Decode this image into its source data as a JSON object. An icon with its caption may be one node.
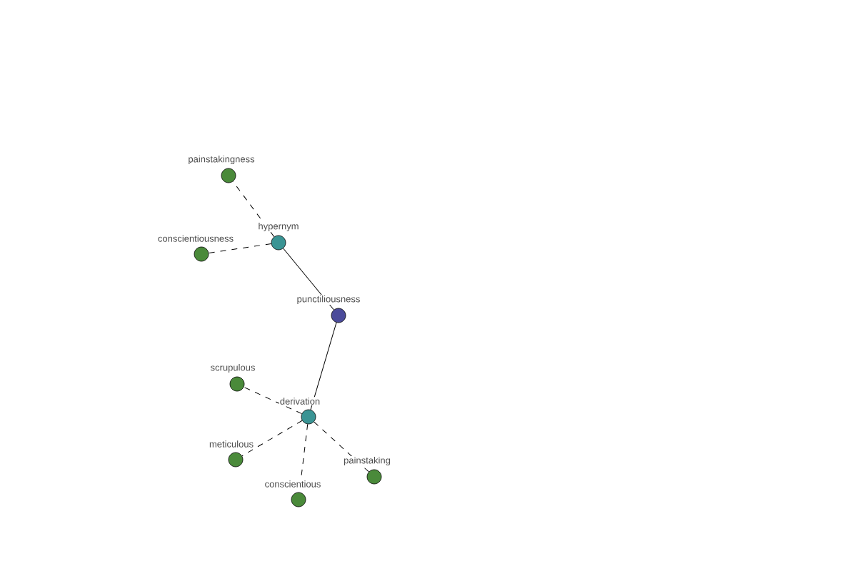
{
  "diagram": {
    "nodes": [
      {
        "text": [
          "painstakingness"
        ]
      },
      {
        "text": [
          "hypernym"
        ]
      },
      {
        "text": [
          "conscientiousness"
        ]
      },
      {
        "text": [
          "punctiliousness"
        ]
      },
      {
        "text": [
          "scrupulous"
        ]
      },
      {
        "text": [
          "derivation"
        ]
      },
      {
        "text": [
          "meticulous"
        ]
      },
      {
        "text": [
          "painstaking"
        ]
      },
      {
        "text": [
          "conscientious"
        ]
      }
    ],
    "edges": [
      {
        "from": 1,
        "to": 0,
        "arrow": "none",
        "style": "dashed"
      },
      {
        "from": 1,
        "to": 2,
        "arrow": "none",
        "style": "dashed"
      },
      {
        "from": 3,
        "to": 1,
        "arrow": "none"
      },
      {
        "from": 3,
        "to": 5,
        "arrow": "none"
      },
      {
        "from": 5,
        "to": 4,
        "arrow": "none",
        "style": "dashed"
      },
      {
        "from": 5,
        "to": 6,
        "arrow": "none",
        "style": "dashed"
      },
      {
        "from": 5,
        "to": 7,
        "arrow": "none",
        "style": "dashed"
      },
      {
        "from": 5,
        "to": 8,
        "arrow": "none",
        "style": "dashed"
      }
    ]
  }
}
